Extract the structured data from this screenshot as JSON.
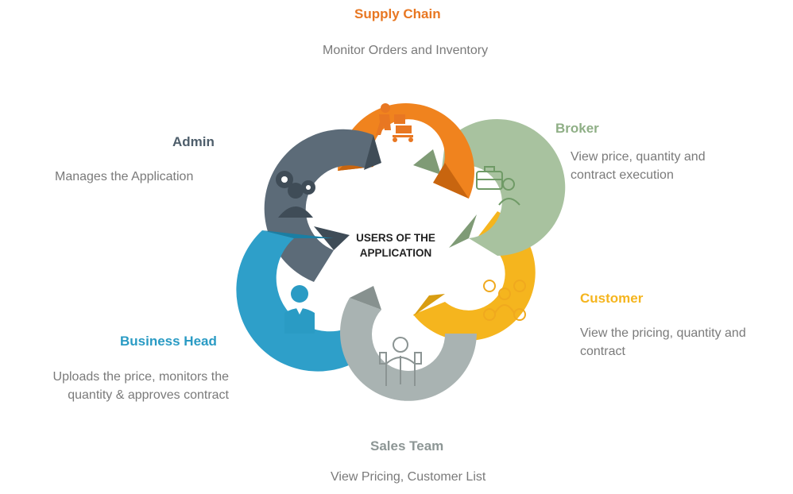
{
  "center": {
    "line1": "USERS OF THE",
    "line2": "APPLICATION"
  },
  "roles": [
    {
      "key": "supply-chain",
      "title": "Supply Chain",
      "description": "Monitor Orders and Inventory",
      "color": "#E87722",
      "icon": "delivery-worker-icon"
    },
    {
      "key": "broker",
      "title": "Broker",
      "description": [
        "View price, quantity and",
        "contract execution"
      ],
      "color": "#8FAF86",
      "icon": "briefcase-person-icon"
    },
    {
      "key": "customer",
      "title": "Customer",
      "description": [
        "View the pricing, quantity and",
        "contract"
      ],
      "color": "#F5B51E",
      "icon": "customer-group-icon"
    },
    {
      "key": "sales-team",
      "title": "Sales Team",
      "description": "View Pricing, Customer List",
      "color": "#A4AEAD",
      "icon": "salesperson-icon"
    },
    {
      "key": "business-head",
      "title": "Business Head",
      "description": [
        "Uploads the price, monitors the",
        "quantity & approves contract"
      ],
      "color": "#2A9BC4",
      "icon": "business-person-icon"
    },
    {
      "key": "admin",
      "title": "Admin",
      "description": "Manages the Application",
      "color": "#4E5E6B",
      "icon": "gear-person-icon"
    }
  ]
}
